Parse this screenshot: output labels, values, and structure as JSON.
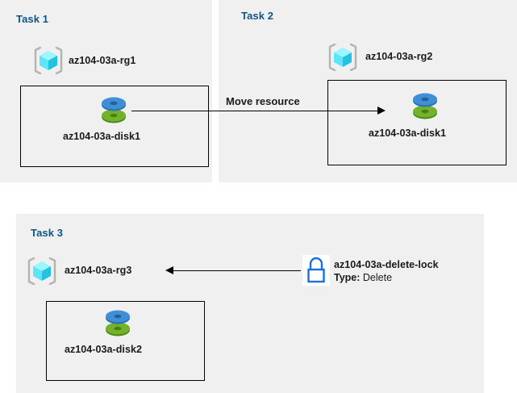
{
  "diagram": {
    "background_color": "#ffffff",
    "panel_color": "#f0f0f0",
    "title_color": "#10548a",
    "accent_colors": {
      "cube_cyan": "#4ce0f5",
      "cube_teal": "#1ea7c4",
      "disk_blue": "#3f8fd8",
      "disk_green": "#6cb02c",
      "lock_blue": "#1a6fe0",
      "line_black": "#000000"
    }
  },
  "panels": [
    {
      "id": "task1",
      "title": "Task 1",
      "resource_group": {
        "icon": "resource-group-icon",
        "label": "az104-03a-rg1"
      },
      "resource": {
        "icon": "managed-disk-icon",
        "label": "az104-03a-disk1"
      }
    },
    {
      "id": "task2",
      "title": "Task 2",
      "resource_group": {
        "icon": "resource-group-icon",
        "label": "az104-03a-rg2"
      },
      "resource": {
        "icon": "managed-disk-icon",
        "label": "az104-03a-disk1"
      }
    },
    {
      "id": "task3",
      "title": "Task 3",
      "resource_group": {
        "icon": "resource-group-icon",
        "label": "az104-03a-rg3"
      },
      "resource": {
        "icon": "managed-disk-icon",
        "label": "az104-03a-disk2"
      },
      "lock": {
        "icon": "padlock-icon",
        "label": "az104-03a-delete-lock",
        "type_key": "Type:",
        "type_value": "Delete"
      }
    }
  ],
  "connectors": [
    {
      "id": "move-resource",
      "label": "Move resource",
      "direction": "right",
      "from": "az104-03a-disk1 (Task 1)",
      "to": "az104-03a-disk1 (Task 2)"
    },
    {
      "id": "lock-applies-to-rg3",
      "label": "",
      "direction": "left",
      "from": "az104-03a-delete-lock",
      "to": "az104-03a-rg3"
    }
  ]
}
